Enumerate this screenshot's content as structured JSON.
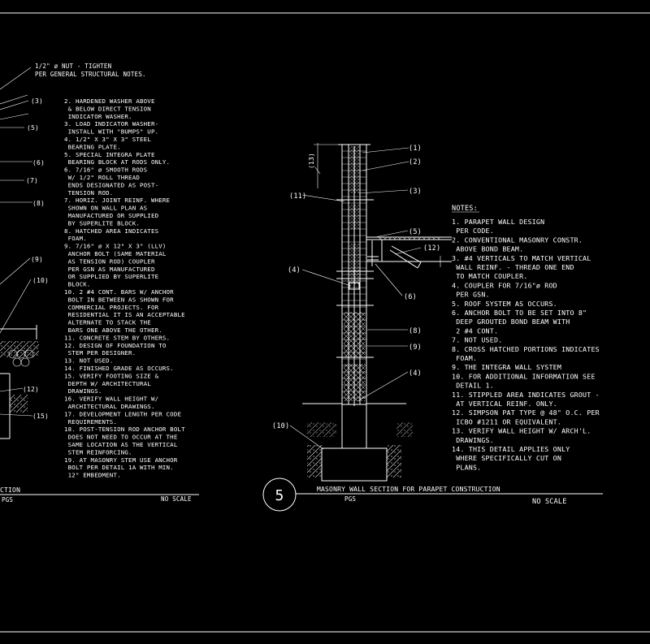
{
  "left_detail": {
    "callouts_top": [
      "1/2\" ø NUT - TIGHTEN",
      "PER GENERAL STRUCTURAL NOTES."
    ],
    "markers": [
      "(3)",
      "(5)",
      "(6)",
      "(7)",
      "(8)",
      "(9)",
      "(10)",
      "(12)",
      "(15)"
    ],
    "notes": [
      "2. HARDENED WASHER ABOVE",
      "   & BELOW DIRECT TENSION",
      "   INDICATOR WASHER.",
      "3. LOAD INDICATOR WASHER-",
      "   INSTALL WITH \"BUMPS\" UP.",
      "4. 1/2\" X 3\" X 3\" STEEL",
      "   BEARING PLATE.",
      "5. SPECIAL INTEGRA PLATE",
      "   BEARING BLOCK AT RODS ONLY.",
      "6. 7/16\" ø SMOOTH RODS",
      "   W/ 1/2\" ROLL THREAD",
      "   ENDS DESIGNATED AS POST-",
      "   TENSION ROD.",
      "7. HORIZ. JOINT REINF. WHERE",
      "   SHOWN ON WALL PLAN AS",
      "   MANUFACTURED OR SUPPLIED",
      "   BY SUPERLITE BLOCK.",
      "8. HATCHED AREA INDICATES",
      "   FOAM.",
      "9. 7/16\" ø X 12\" X 3\" (LLV)",
      "   ANCHOR BOLT (SAME MATERIAL",
      "   AS TENSION ROD) COUPLER",
      "   PER GSN AS MANUFACTURED",
      "   OR SUPPLIED BY SUPERLITE",
      "   BLOCK.",
      "10. 2 #4 CONT. BARS W/ ANCHOR",
      "   BOLT IN BETWEEN AS SHOWN FOR",
      "   COMMERCIAL PROJECTS. FOR",
      "   RESIDENTIAL IT IS AN ACCEPTABLE",
      "   ALTERNATE TO STACK THE",
      "   BARS ONE ABOVE THE OTHER.",
      "11. CONCRETE STEM BY OTHERS.",
      "12. DESIGN OF FOUNDATION TO",
      "   STEM PER DESIGNER.",
      "13. NOT USED.",
      "14. FINISHED GRADE AS OCCURS.",
      "15. VERIFY FOOTING SIZE &",
      "   DEPTH W/ ARCHITECTURAL",
      "   DRAWINGS.",
      "16. VERIFY WALL HEIGHT W/",
      "   ARCHITECTURAL DRAWINGS.",
      "17. DEVELOPMENT LENGTH PER CODE",
      "   REQUIREMENTS.",
      "18. POST-TENSION ROD ANCHOR BOLT",
      "   DOES NOT NEED TO OCCUR AT THE",
      "   SAME LOCATION AS THE VERTICAL",
      "   STEM REINFORCING.",
      "19. AT MASONRY STEM USE ANCHOR",
      "   BOLT PER DETAIL 1A WITH MIN.",
      "   12\" EMBEDMENT."
    ],
    "title_fragment": "CTION",
    "pgs": "PGS",
    "scale": "NO SCALE"
  },
  "right_detail": {
    "detail_number": "5",
    "title": "MASONRY WALL SECTION FOR PARAPET CONSTRUCTION",
    "pgs": "PGS",
    "scale": "NO SCALE",
    "dimension": "(13)",
    "markers_right": [
      "(1)",
      "(2)",
      "(3)",
      "(5)",
      "(12)",
      "(6)",
      "(8)",
      "(9)",
      "(4)"
    ],
    "markers_left": [
      "(11)",
      "(4)",
      "(10)"
    ],
    "notes_header": "NOTES:",
    "notes": [
      "1.  PARAPET WALL DESIGN",
      "    PER CODE.",
      "2.  CONVENTIONAL MASONRY CONSTR.",
      "    ABOVE BOND BEAM.",
      "3.  #4 VERTICALS TO MATCH VERTICAL",
      "    WALL REINF. - THREAD ONE END",
      "    TO MATCH COUPLER.",
      "4.  COUPLER FOR 7/16\"ø ROD",
      "    PER GSN.",
      "5.  ROOF SYSTEM AS OCCURS.",
      "6.  ANCHOR BOLT TO BE SET INTO 8\"",
      "    DEEP GROUTED BOND BEAM WITH",
      "    2 #4 CONT.",
      "7.  NOT USED.",
      "8.  CROSS HATCHED PORTIONS INDICATES",
      "    FOAM.",
      "9.  THE INTEGRA WALL SYSTEM",
      "10. FOR ADDITIONAL INFORMATION SEE",
      "    DETAIL 1.",
      "11. STIPPLED AREA INDICATES GROUT -",
      "    AT VERTICAL REINF. ONLY.",
      "12. SIMPSON PAT TYPE @ 48\" O.C. PER",
      "    ICBO #1211 OR EQUIVALENT.",
      "13. VERIFY WALL HEIGHT W/ ARCH'L.",
      "    DRAWINGS.",
      "14. THIS DETAIL APPLIES ONLY",
      "    WHERE SPECIFICALLY CUT ON",
      "    PLANS."
    ]
  }
}
